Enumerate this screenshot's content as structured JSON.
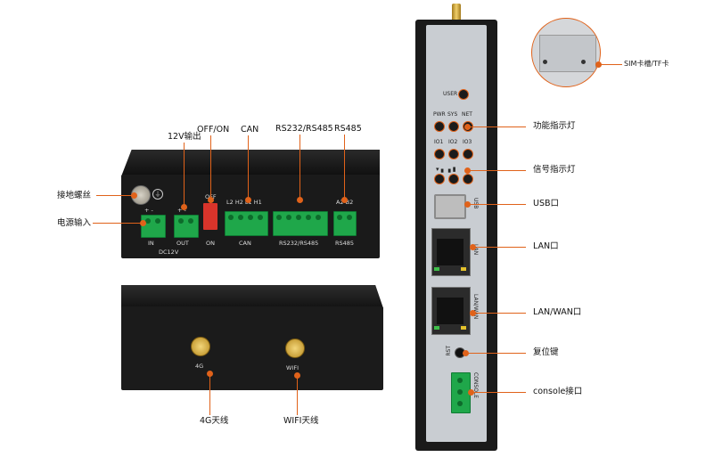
{
  "front_panel": {
    "labels": {
      "power_12v_out": "12V输出",
      "off_on": "OFF/ON",
      "can": "CAN",
      "rs232_rs485": "RS232/RS485",
      "rs485": "RS485",
      "ground_screw": "接地螺丝",
      "power_input": "电源输入"
    },
    "silkscreen": {
      "in": "IN",
      "out": "OUT",
      "dc12v": "DC12V",
      "off": "OFF",
      "on": "ON",
      "can_pins": "L2 H2 L1 H1",
      "can": "CAN",
      "rs232_rs485": "RS232/RS485",
      "rs485_pins": "A2 B2",
      "rs485": "RS485",
      "plus_minus_in": "+ -",
      "plus_minus_out": "+ -"
    }
  },
  "back_panel": {
    "labels": {
      "antenna_4g": "4G天线",
      "antenna_wifi": "WIFI天线"
    },
    "silkscreen": {
      "4g": "4G",
      "wifi": "WIFI"
    }
  },
  "side_panel": {
    "labels": {
      "sim_tf": "SIM卡槽/TF卡",
      "function_leds": "功能指示灯",
      "signal_leds": "信号指示灯",
      "usb_port": "USB口",
      "lan_port": "LAN口",
      "lan_wan_port": "LAN/WAN口",
      "reset_button": "复位键",
      "console_port": "console接口"
    },
    "silkscreen": {
      "user": "USER",
      "pwr": "PWR",
      "sys": "SYS",
      "net": "NET",
      "io1": "IO1",
      "io2": "IO2",
      "io3": "IO3",
      "usb": "USB",
      "lan": "LAN",
      "lan_wan": "LAN/WAN",
      "rst": "RST",
      "console": "CONSOLE"
    }
  },
  "colors": {
    "accent": "#e0621a",
    "terminal_green": "#1fa74a",
    "device_black": "#1c1c1c",
    "panel_gray": "#c9cdd2"
  }
}
